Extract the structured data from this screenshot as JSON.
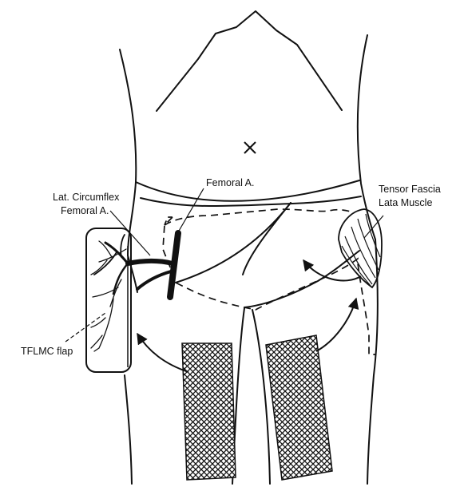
{
  "labels": {
    "femoral_a": "Femoral A.",
    "lat_circumflex_line1": "Lat. Circumflex",
    "lat_circumflex_line2": "Femoral A.",
    "tensor_line1": "Tensor Fascia",
    "tensor_line2": "Lata Muscle",
    "flap": "TFLMC flap"
  },
  "colors": {
    "ink": "#111111",
    "background": "#ffffff"
  },
  "icons": {
    "umbilicus": "x-mark-icon",
    "graft_pattern": "crosshatch-mesh"
  }
}
